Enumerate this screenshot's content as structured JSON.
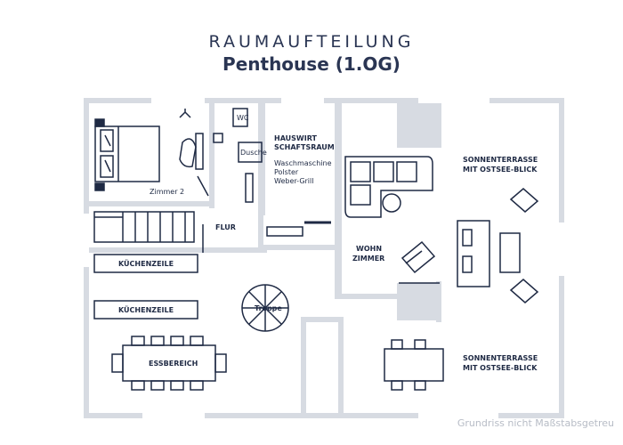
{
  "header": {
    "title": "RAUMAUFTEILUNG",
    "subtitle": "Penthouse (1.OG)"
  },
  "rooms": {
    "bedroom": "Zimmer 2",
    "wc": "WC",
    "shower": "Dusche",
    "utility_line1": "HAUSWIRT",
    "utility_line2": "SCHAFTSRAUM",
    "utility_item1": "Waschmaschine",
    "utility_item2": "Polster",
    "utility_item3": "Weber-Grill",
    "hall": "FLUR",
    "kitchen1": "KÜCHENZEILE",
    "kitchen2": "KÜCHENZEILE",
    "stairs": "Treppe",
    "dining": "ESSBEREICH",
    "living_line1": "WOHN",
    "living_line2": "ZIMMER",
    "terrace1_line1": "SONNENTERRASSE",
    "terrace1_line2": "MIT OSTSEE-BLICK",
    "terrace2_line1": "SONNENTERRASSE",
    "terrace2_line2": "MIT OSTSEE-BLICK"
  },
  "footer": {
    "note": "Grundriss nicht Maßstabsgetreu"
  },
  "colors": {
    "wall": "#d7dbe2",
    "line": "#1f2a44",
    "text": "#1f2a44"
  }
}
